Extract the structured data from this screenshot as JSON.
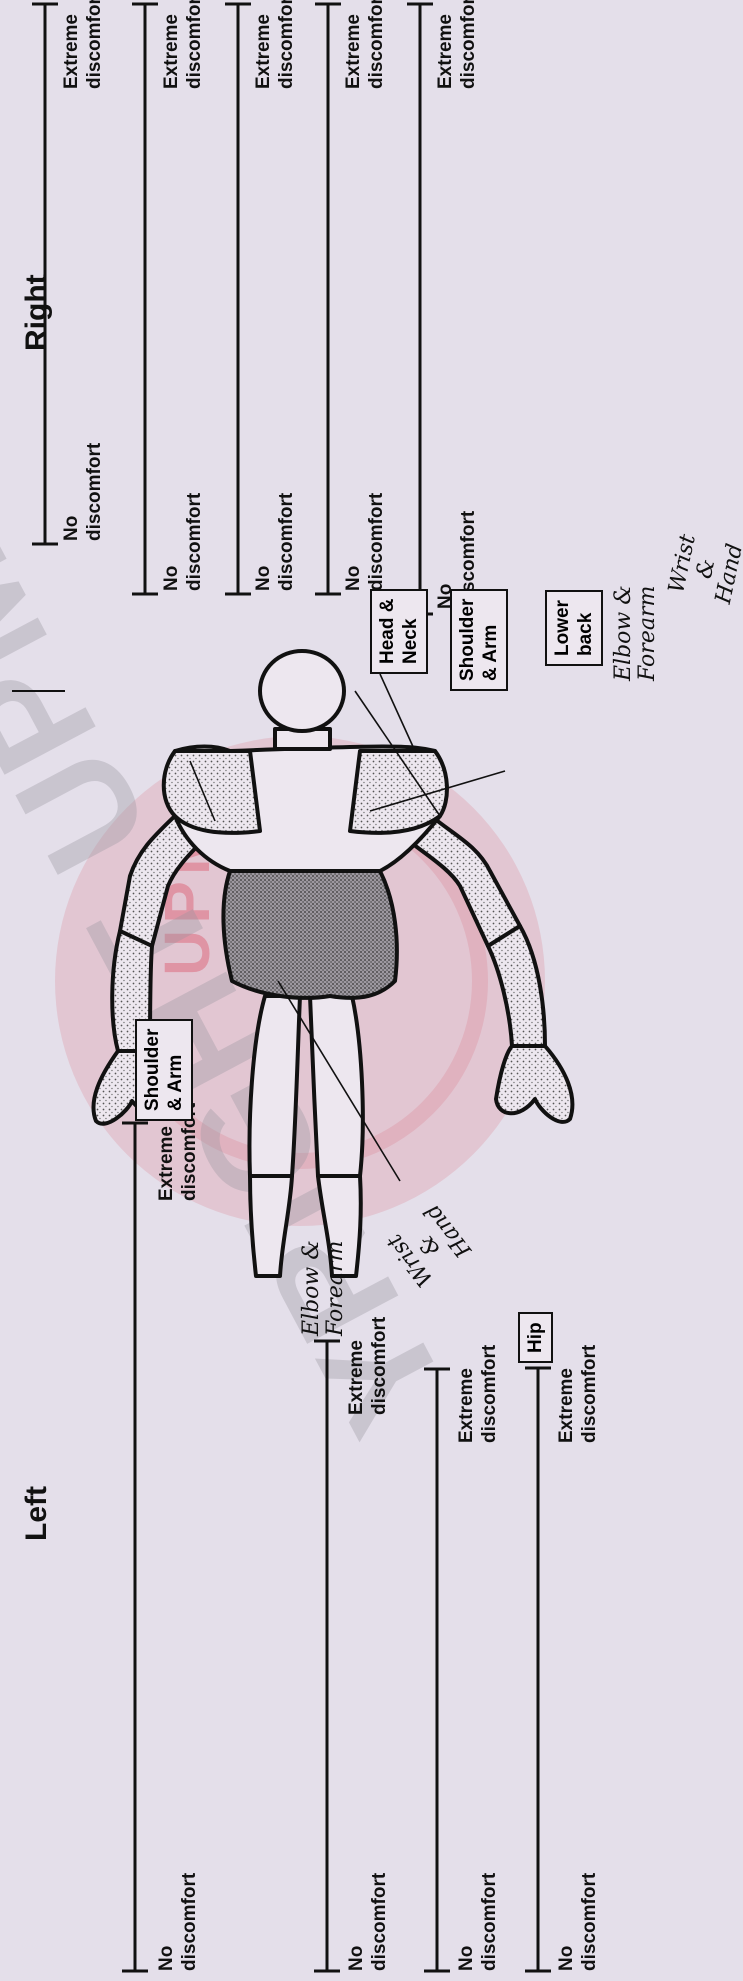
{
  "headings": {
    "left": "Left",
    "right": "Right"
  },
  "scale_labels": {
    "min": "No\ndiscomfort",
    "max": "Extreme\ndiscomfort"
  },
  "body_regions": {
    "head_neck": "Head &\nNeck",
    "shoulder_arm_left": "Shoulder\n& Arm",
    "shoulder_arm_right": "Shoulder\n& Arm",
    "lower_back": "Lower\nback",
    "hip": "Hip",
    "elbow_forearm_left": "Elbow &\nForearm",
    "elbow_forearm_right": "Elbow &\nForearm",
    "wrist_hand_left": "Wrist\n&\nHand",
    "wrist_hand_right": "Wrist\n&\nHand"
  },
  "watermark": {
    "logo": "UPM",
    "text": "YRIGHT UPM"
  },
  "colors": {
    "background": "#e4dfea",
    "ink": "#111111",
    "watermark_red": "#d9566c",
    "watermark_gray": "#9a96a0"
  }
}
